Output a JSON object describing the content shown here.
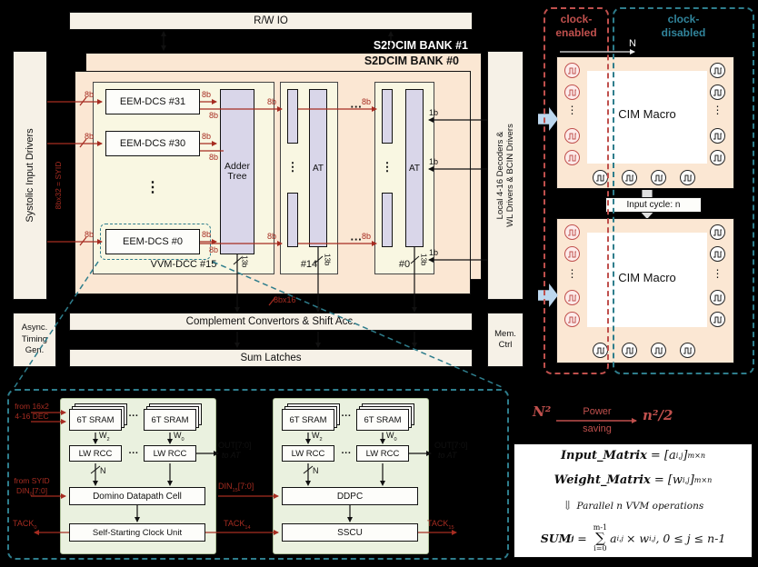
{
  "main": {
    "rw_io": "R/W IO",
    "bank1": "S2DCIM BANK #1",
    "bank0": "S2DCIM BANK #0",
    "eem_31": "EEM-DCS #31",
    "eem_30": "EEM-DCS #30",
    "eem_0": "EEM-DCS #0",
    "adder_tree": "Adder Tree",
    "at": "AT",
    "vvm_15": "VVM-DCC #15",
    "vvm_14": "#14",
    "vvm_0": "#0",
    "sid": "Systolic Input Drivers",
    "sid_bus": "8bx32 = SYID",
    "local_dec_1": "Local 4-16 Decoders &",
    "local_dec_2": "WL Drivers & BCIN Drivers",
    "complement": "Complement Convertors & Shift Acc.",
    "sum_latches": "Sum Latches",
    "async_1": "Async.",
    "async_2": "Timing",
    "async_3": "Gen.",
    "mem_1": "Mem.",
    "mem_2": "Ctrl",
    "b8": "8b",
    "b1": "1b",
    "b13": "13b",
    "b8x16": "8bx16",
    "vdots": "⋮",
    "hdots": "···"
  },
  "clock": {
    "enabled_1": "clock-",
    "enabled_2": "enabled",
    "disabled_1": "clock-",
    "disabled_2": "disabled",
    "n": "N",
    "macro": "CIM Macro",
    "input_cycle": "Input cycle: n"
  },
  "detail": {
    "sram": "6T SRAM",
    "lwrcc": "LW RCC",
    "w": "W",
    "w_sub_hi": "2",
    "w_sub_lo": "0",
    "domino": "Domino Datapath Cell",
    "selfstart": "Self-Starting Clock Unit",
    "ddpc": "DDPC",
    "sscu": "SSCU",
    "from_dec_1": "from 16x2",
    "from_dec_2": "4-16 DEC",
    "from_syid": "from SYID",
    "din": "DIN",
    "din_sub_0": "0",
    "din_sub_15": "15",
    "bits": "[7:0]",
    "out": "OUT[7:0]",
    "to_at": "to AT",
    "tack": "TACK",
    "tack_sub_0": "0",
    "tack_sub_14": "14",
    "tack_sub_15": "15",
    "n_bus": "N"
  },
  "power": {
    "n2": "N²",
    "label_1": "Power",
    "label_2": "saving",
    "result": "n²/2"
  },
  "formulas": {
    "input_name": "Input_Matrix",
    "eq_a": "= [a",
    "eq_w": "= [w",
    "sub_ij": "i,j",
    "close_bracket": "]",
    "sub_mn": "m×n",
    "weight_name": "Weight_Matrix",
    "parallel_arrow": "⇓",
    "parallel": "Parallel n VVM operations",
    "sum_name": "SUM",
    "sum_sub": "j",
    "equals": "=",
    "sigma_upper": "m-1",
    "sigma": "∑",
    "sigma_lower": "i=0",
    "rhs_a": "a",
    "rhs_times": "× w",
    "rhs_tail": ", 0 ≤ j ≤ n-1"
  }
}
